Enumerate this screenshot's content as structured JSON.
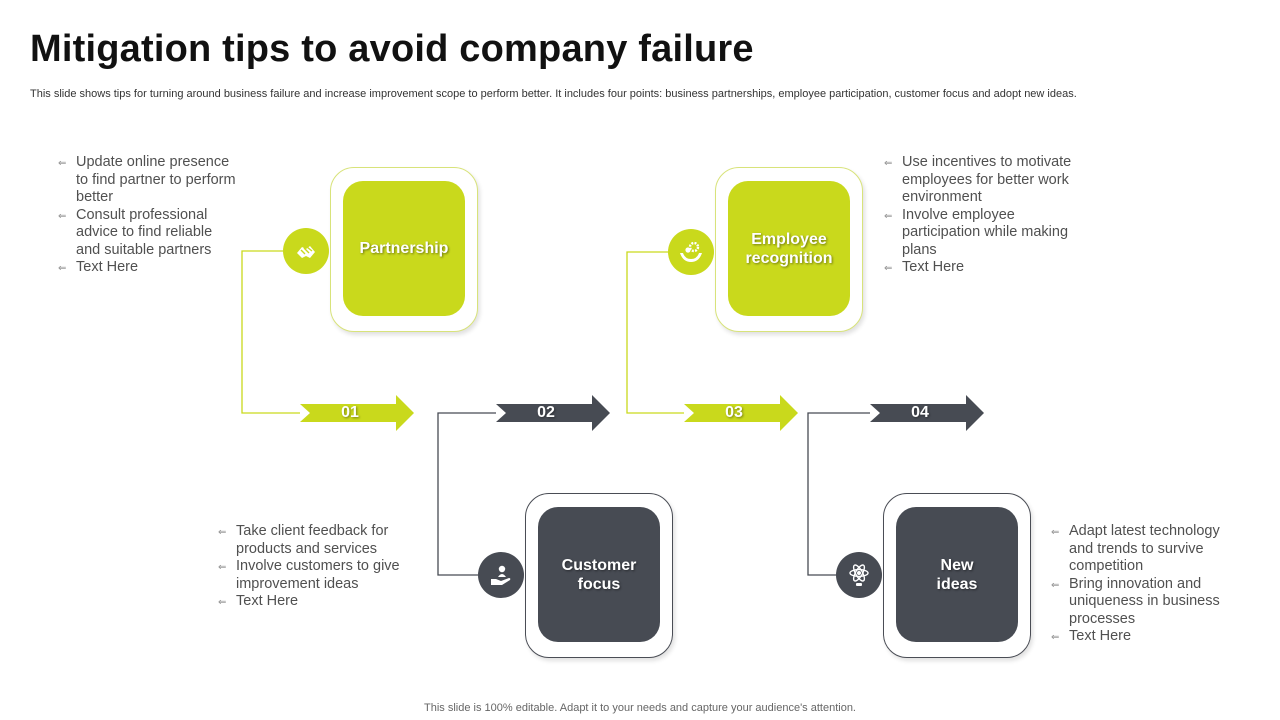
{
  "title": "Mitigation tips to avoid company failure",
  "subtitle": "This slide shows tips for turning around business failure and increase improvement scope to perform better. It includes four points: business partnerships, employee participation, customer focus and adopt new ideas.",
  "footer": "This slide is 100% editable. Adapt it to your needs and capture your audience's attention.",
  "colors": {
    "lime": "#c9d91c",
    "dark": "#474b53",
    "connector_lime": "#c9d91c",
    "connector_dark": "#474b53"
  },
  "steps": [
    {
      "number": "01",
      "label_line1": "Partnership",
      "label_line2": "",
      "theme": "lime",
      "icon": "handshake-icon",
      "tips": [
        "Update online presence to find partner to perform better",
        "Consult professional advice to find reliable and suitable partners",
        "Text Here"
      ]
    },
    {
      "number": "02",
      "label_line1": "Customer",
      "label_line2": "focus",
      "theme": "dark",
      "icon": "hand-holding-person-icon",
      "tips": [
        "Take client feedback for products and services",
        "Involve customers to give improvement ideas",
        "Text Here"
      ]
    },
    {
      "number": "03",
      "label_line1": "Employee",
      "label_line2": "recognition",
      "theme": "lime",
      "icon": "hands-gear-icon",
      "tips": [
        "Use incentives to motivate employees for better work environment",
        "Involve employee participation while making plans",
        "Text Here"
      ]
    },
    {
      "number": "04",
      "label_line1": "New",
      "label_line2": "ideas",
      "theme": "dark",
      "icon": "atom-bulb-icon",
      "tips": [
        "Adapt latest technology and trends to survive competition",
        "Bring innovation and uniqueness in business processes",
        "Text Here"
      ]
    }
  ]
}
